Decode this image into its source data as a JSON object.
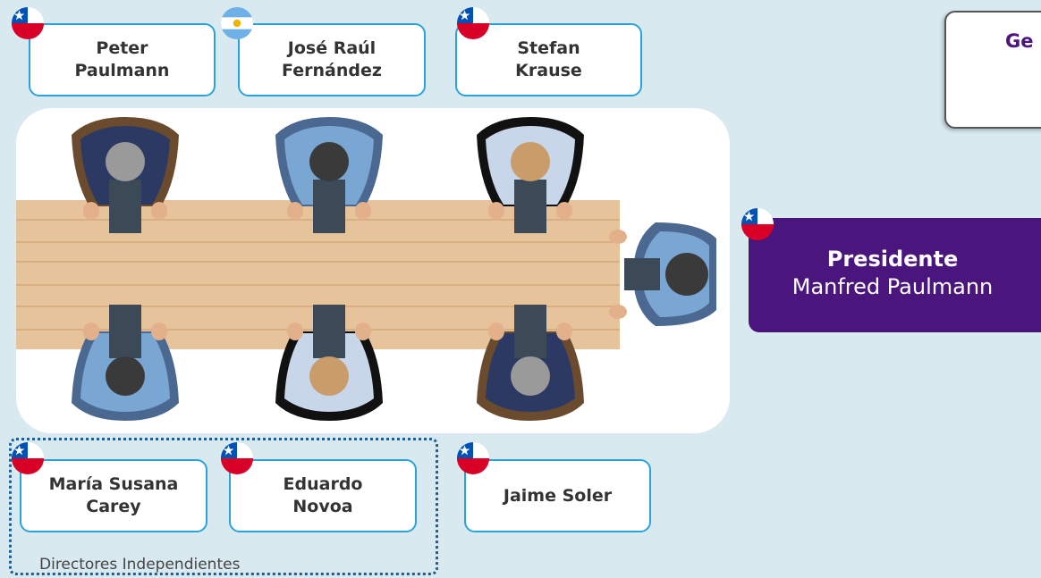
{
  "directors_top": [
    {
      "line1": "Peter",
      "line2": "Paulmann",
      "flag": "chile-flag-icon"
    },
    {
      "line1": "José Raúl",
      "line2": "Fernández",
      "flag": "argentina-flag-icon"
    },
    {
      "line1": "Stefan",
      "line2": "Krause",
      "flag": "chile-flag-icon"
    }
  ],
  "directors_bottom": [
    {
      "line1": "María Susana",
      "line2": "Carey",
      "flag": "chile-flag-icon"
    },
    {
      "line1": "Eduardo",
      "line2": "Novoa",
      "flag": "chile-flag-icon"
    },
    {
      "line1": "Jaime Soler",
      "line2": "",
      "flag": "chile-flag-icon"
    }
  ],
  "independents_label": "Directores Independientes",
  "president": {
    "title": "Presidente",
    "name": "Manfred Paulmann",
    "flag": "chile-flag-icon"
  },
  "gerente": {
    "label": "Ge"
  },
  "colors": {
    "background": "#d8e9f0",
    "box_border": "#2aa3dc",
    "president_bg": "#4b157e",
    "dotted_border": "#1d5d98"
  }
}
